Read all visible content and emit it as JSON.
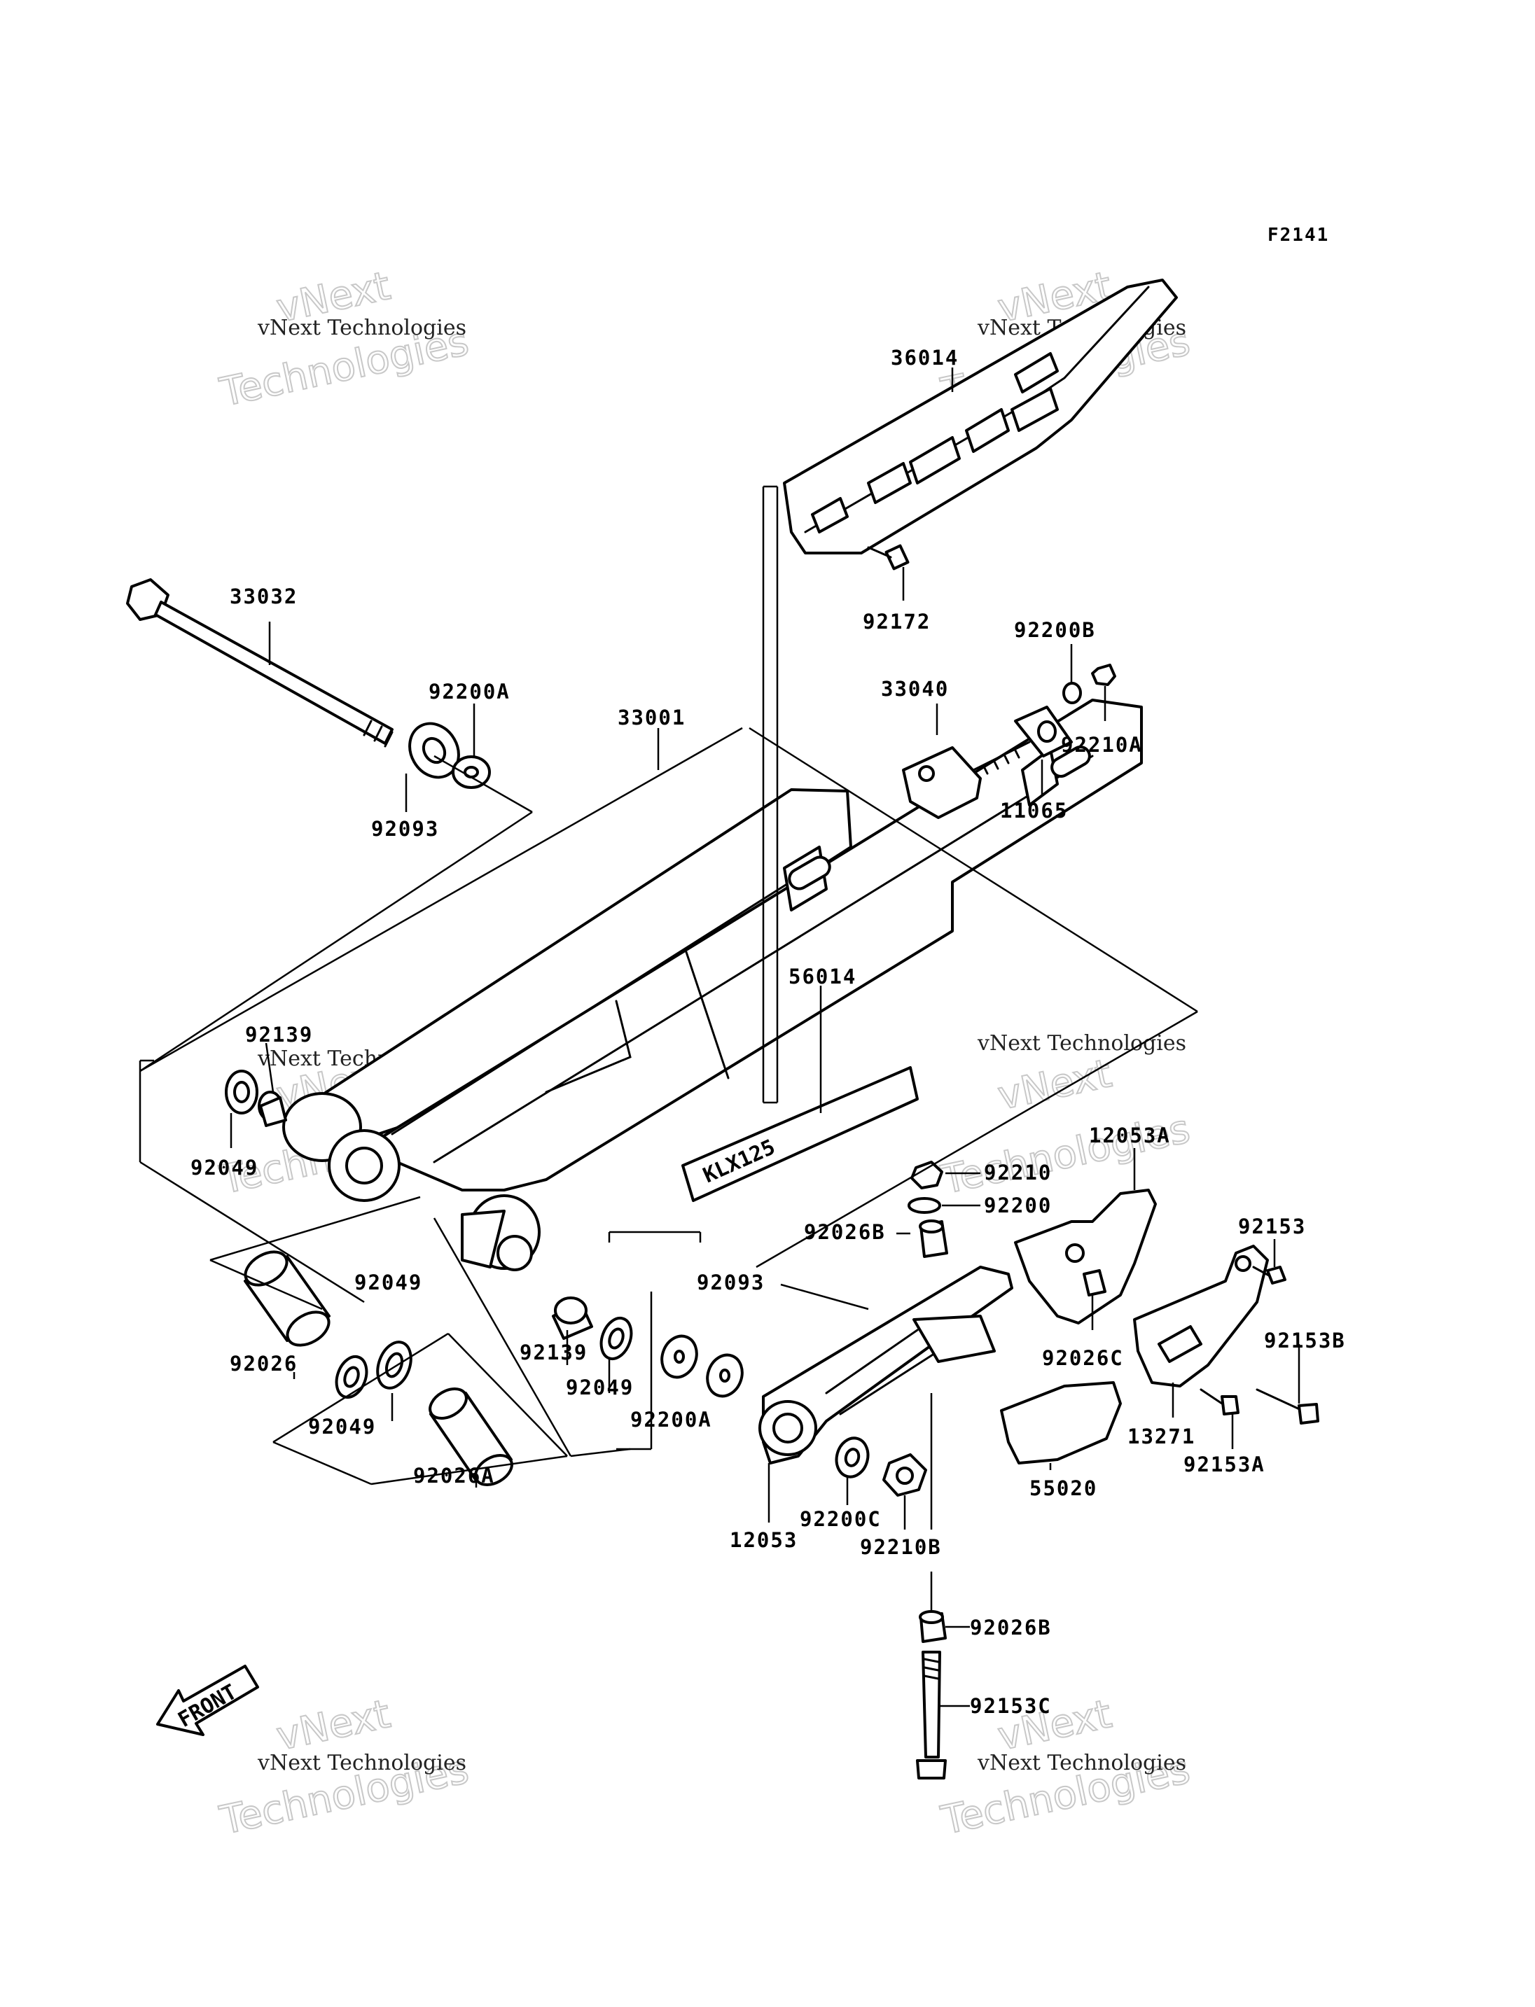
{
  "figure_code": "F2141",
  "watermark": {
    "line1": "vNext Technologies",
    "big_a": "vNext",
    "big_b": "Technologies"
  },
  "front_label": "FRONT",
  "frame_emblem": "KLX125",
  "labels": {
    "p36014": "36014",
    "p92172": "92172",
    "p33032": "33032",
    "p92200A_top": "92200A",
    "p33001": "33001",
    "p92093_top": "92093",
    "p92200B": "92200B",
    "p33040": "33040",
    "p92210A": "92210A",
    "p11065": "11065",
    "p56014": "56014",
    "p92139_left": "92139",
    "p92049_left": "92049",
    "p12053A": "12053A",
    "p92210": "92210",
    "p92200": "92200",
    "p92153": "92153",
    "p92026B_top": "92026B",
    "p92093_mid": "92093",
    "p92049_mid": "92049",
    "p92026": "92026",
    "p92139_mid": "92139",
    "p92026C": "92026C",
    "p92153B": "92153B",
    "p92049_inner": "92049",
    "p92049_low": "92049",
    "p92200A_low": "92200A",
    "p13271": "13271",
    "p92153A": "92153A",
    "p92026A": "92026A",
    "p55020": "55020",
    "p92200C": "92200C",
    "p12053": "12053",
    "p92210B": "92210B",
    "p92026B_low": "92026B",
    "p92153C": "92153C"
  }
}
